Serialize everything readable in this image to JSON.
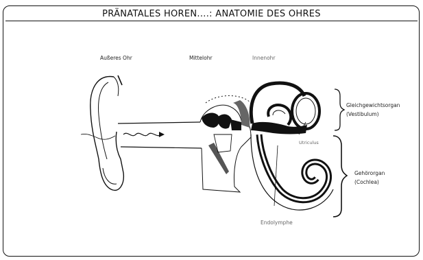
{
  "title": "PRÄNATALES HOREN....: ANATOMIE DES OHRES",
  "labels": {
    "outer_ear": "Außeres Ohr",
    "middle_ear": "Mittelohr",
    "inner_ear": "Innenohr",
    "vestibular_line1": "Gleichgewichtsorgan",
    "vestibular_line2": "(Vestibulum)",
    "hearing_line1": "Gehörorgan",
    "hearing_line2": "(Cochlea)",
    "utriculus": "Utriculus",
    "endolymph": "Endolymphe"
  }
}
